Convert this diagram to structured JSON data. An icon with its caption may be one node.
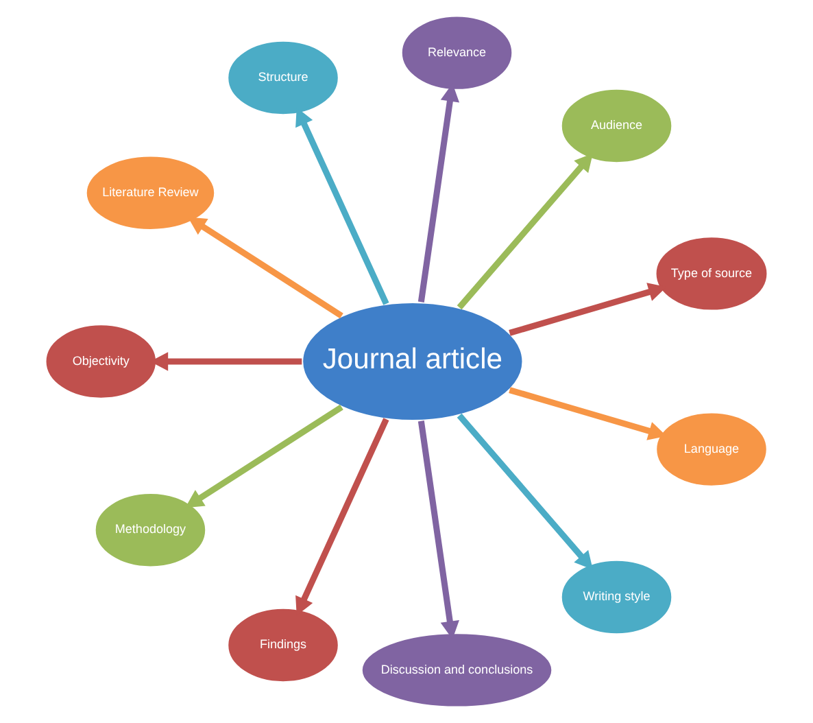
{
  "diagram": {
    "nodes": [
      {
        "text": [
          "Journal article"
        ]
      },
      {
        "text": [
          "Type of source"
        ]
      },
      {
        "text": [
          "Audience"
        ]
      },
      {
        "text": [
          "Relevance"
        ]
      },
      {
        "text": [
          "Structure"
        ]
      },
      {
        "text": [
          "Literature Review"
        ]
      },
      {
        "text": [
          "Objectivity"
        ]
      },
      {
        "text": [
          "Methodology"
        ]
      },
      {
        "text": [
          "Findings"
        ]
      },
      {
        "text": [
          "Discussion and conclusions"
        ]
      },
      {
        "text": [
          "Writing style"
        ]
      },
      {
        "text": [
          "Language"
        ]
      }
    ],
    "edges": [
      {
        "from": 0,
        "to": 1,
        "arrow": "to",
        "color": "#c0504d"
      },
      {
        "from": 0,
        "to": 2,
        "arrow": "to",
        "color": "#9bbb59"
      },
      {
        "from": 0,
        "to": 3,
        "arrow": "to",
        "color": "#8064a2"
      },
      {
        "from": 0,
        "to": 4,
        "arrow": "to",
        "color": "#4bacc6"
      },
      {
        "from": 0,
        "to": 5,
        "arrow": "to",
        "color": "#f79646"
      },
      {
        "from": 0,
        "to": 6,
        "arrow": "to",
        "color": "#c0504d"
      },
      {
        "from": 0,
        "to": 7,
        "arrow": "to",
        "color": "#9bbb59"
      },
      {
        "from": 0,
        "to": 8,
        "arrow": "to",
        "color": "#c0504d"
      },
      {
        "from": 0,
        "to": 9,
        "arrow": "to",
        "color": "#8064a2"
      },
      {
        "from": 0,
        "to": 10,
        "arrow": "to",
        "color": "#4bacc6"
      },
      {
        "from": 0,
        "to": 11,
        "arrow": "to",
        "color": "#f79646"
      }
    ]
  }
}
